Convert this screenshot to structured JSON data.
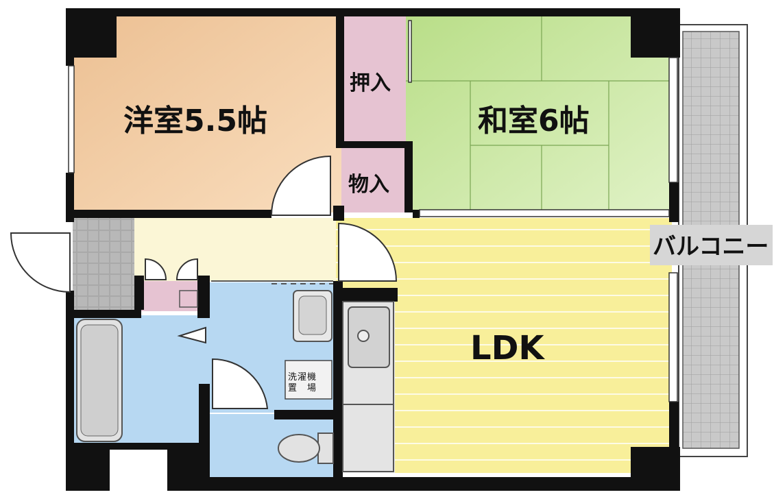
{
  "rooms": {
    "western_room": "洋室5.5帖",
    "japanese_room": "和室6帖",
    "ldk": "LDK",
    "oshiire": "押入",
    "monoire": "物入",
    "balcony": "バルコニー",
    "washer_line1": "洗濯機",
    "washer_line2": "置　場"
  },
  "colors": {
    "western_room": "#f0c79a",
    "japanese_room": "#c9e6a0",
    "ldk": "#f8ef9a",
    "hallway": "#fbf6d6",
    "closet": "#e8c5d4",
    "wet_area": "#b7d8f2",
    "entrance_tile": "#a6a6a6",
    "balcony": "#c9c9c9",
    "wall": "#111111"
  }
}
